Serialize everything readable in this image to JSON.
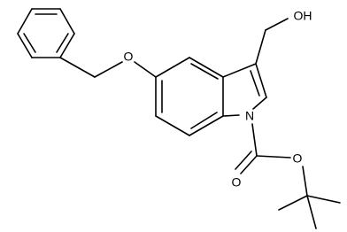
{
  "molecule": {
    "atoms": {
      "hydroxyl_oh": "OH",
      "ether_o": "O",
      "indole_n": "N",
      "carbonyl_o": "O",
      "ester_o": "O"
    }
  },
  "colors": {
    "line": "#000000",
    "background": "#ffffff"
  }
}
